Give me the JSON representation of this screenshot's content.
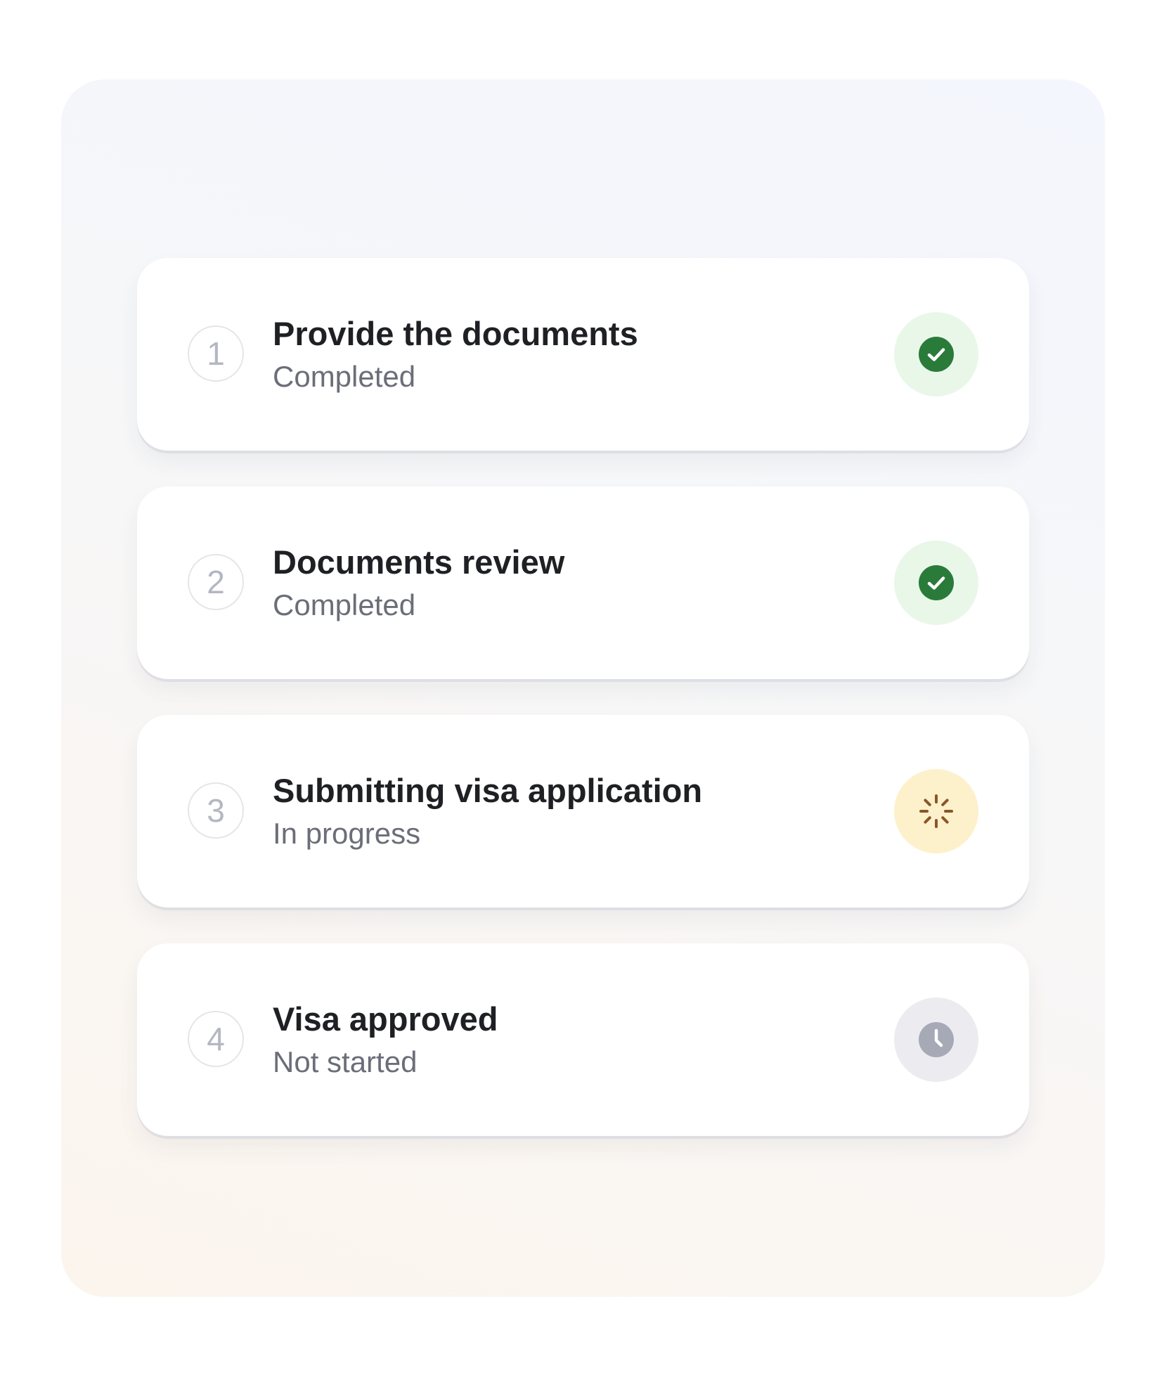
{
  "steps": [
    {
      "number": "1",
      "title": "Provide the documents",
      "status": "Completed",
      "state": "completed",
      "icon": "check-circle-icon",
      "badge_color": "#e9f7e9",
      "icon_color": "#2a7b3a"
    },
    {
      "number": "2",
      "title": "Documents review",
      "status": "Completed",
      "state": "completed",
      "icon": "check-circle-icon",
      "badge_color": "#e9f7e9",
      "icon_color": "#2a7b3a"
    },
    {
      "number": "3",
      "title": "Submitting visa application",
      "status": "In progress",
      "state": "in-progress",
      "icon": "loading-spinner-icon",
      "badge_color": "#fdf1cc",
      "icon_color": "#8a5728"
    },
    {
      "number": "4",
      "title": "Visa approved",
      "status": "Not started",
      "state": "not-started",
      "icon": "clock-icon",
      "badge_color": "#ececf0",
      "icon_color": "#a6a9b6"
    }
  ]
}
